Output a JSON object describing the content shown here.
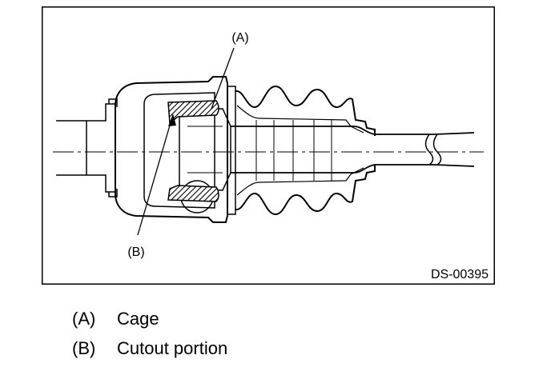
{
  "diagram": {
    "callouts": {
      "a": "(A)",
      "b": "(B)"
    },
    "figure_code": "DS-00395"
  },
  "legend": [
    {
      "key": "(A)",
      "text": "Cage"
    },
    {
      "key": "(B)",
      "text": "Cutout portion"
    }
  ]
}
